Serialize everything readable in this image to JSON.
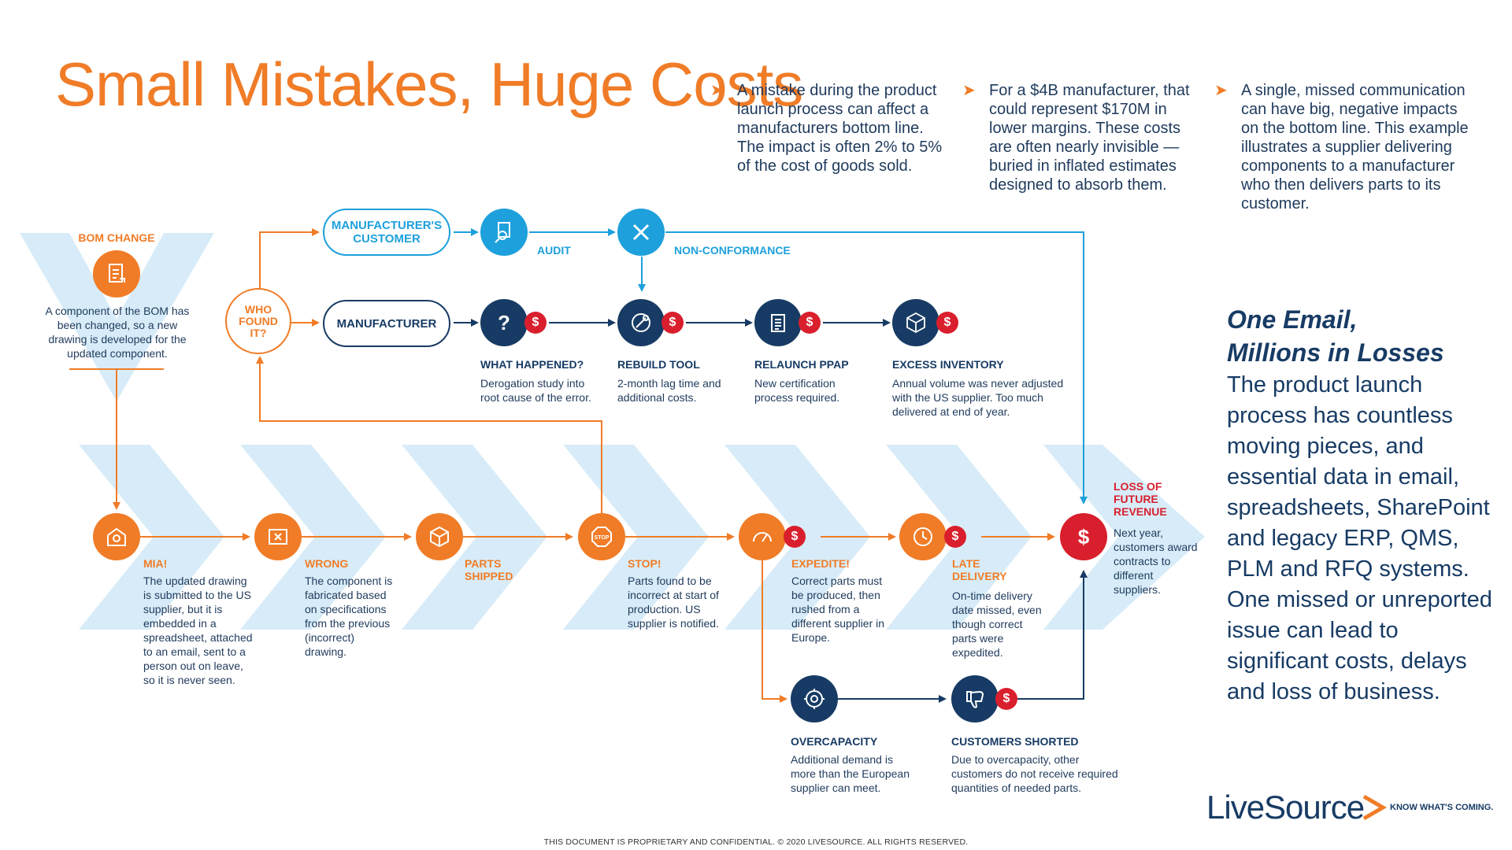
{
  "title": "Small Mistakes, Huge Costs",
  "intro": [
    "A mistake during the product launch process can affect a manufacturers bottom line. The impact is often 2% to 5% of the cost of goods sold.",
    "For a $4B manufacturer, that could represent $170M in lower margins. These costs are often nearly invisible — buried in inflated estimates designed to absorb them.",
    "A single, missed communication can have big, negative impacts on the bottom line. This example illustrates a supplier delivering components to a manufacturer who then delivers parts to its customer."
  ],
  "bom": {
    "label": "BOM CHANGE",
    "desc": "A component of the BOM has been changed, so a new drawing is developed for the updated component."
  },
  "who_found": "WHO FOUND IT?",
  "pills": {
    "customer": "MANUFACTURER'S CUSTOMER",
    "manufacturer": "MANUFACTURER"
  },
  "top_nodes": {
    "audit": "AUDIT",
    "nonconf": "NON-CONFORMANCE"
  },
  "mid_nodes": [
    {
      "label": "WHAT HAPPENED?",
      "desc": "Derogation study into root cause of the error."
    },
    {
      "label": "REBUILD TOOL",
      "desc": "2-month lag time and additional costs."
    },
    {
      "label": "RELAUNCH PPAP",
      "desc": "New certification process required."
    },
    {
      "label": "EXCESS INVENTORY",
      "desc": "Annual volume was never adjusted with the US supplier. Too much delivered at end of year."
    }
  ],
  "flow_nodes": [
    {
      "label": "MIA!",
      "desc": "The updated drawing is submitted to the US supplier, but it is embedded in a spreadsheet, attached to an email, sent to a person out on leave, so it is never seen."
    },
    {
      "label": "WRONG",
      "desc": "The component is fabricated based on specifications from the previous (incorrect) drawing."
    },
    {
      "label": "PARTS SHIPPED",
      "desc": ""
    },
    {
      "label": "STOP!",
      "desc": "Parts found to be incorrect at start of production. US supplier is notified."
    },
    {
      "label": "EXPEDITE!",
      "desc": "Correct parts must be produced, then rushed from a different supplier in Europe."
    },
    {
      "label": "LATE DELIVERY",
      "desc": "On-time delivery date missed, even though correct parts were expedited."
    }
  ],
  "loss": {
    "label": "LOSS OF FUTURE REVENUE",
    "desc": "Next year, customers award contracts to different suppliers."
  },
  "bottom_nodes": [
    {
      "label": "OVERCAPACITY",
      "desc": "Additional demand is more than the European supplier can meet."
    },
    {
      "label": "CUSTOMERS SHORTED",
      "desc": "Due to overcapacity, other customers do not receive required quantities of needed parts."
    }
  ],
  "stop_text": "STOP",
  "side": {
    "heading_1": "One Email,",
    "heading_2": "Millions in Losses",
    "body": "The product launch process has countless moving pieces, and essential data in email, spreadsheets, SharePoint and legacy ERP, QMS, PLM and RFQ systems. One missed or unreported issue can lead to significant costs, delays and loss of business."
  },
  "logo": {
    "word": "LiveSource",
    "tagline": "KNOW WHAT'S COMING."
  },
  "footer": "THIS DOCUMENT IS PROPRIETARY AND CONFIDENTIAL. © 2020 LIVESOURCE. ALL RIGHTS RESERVED.",
  "dollar": "$",
  "colors": {
    "orange": "#f07c27",
    "navy": "#173b64",
    "blue": "#1ea0dc",
    "red": "#d91f2d",
    "chevron": "#d7ecf8"
  },
  "icons": [
    "document-icon",
    "email-icon",
    "x-document-icon",
    "box-icon",
    "stop-sign-icon",
    "speedometer-icon",
    "clock-icon",
    "dollar-icon",
    "search-document-icon",
    "x-icon",
    "question-icon",
    "wrench-icon",
    "clipboard-icon",
    "cubes-icon",
    "gear-people-icon",
    "thumbs-down-icon"
  ]
}
